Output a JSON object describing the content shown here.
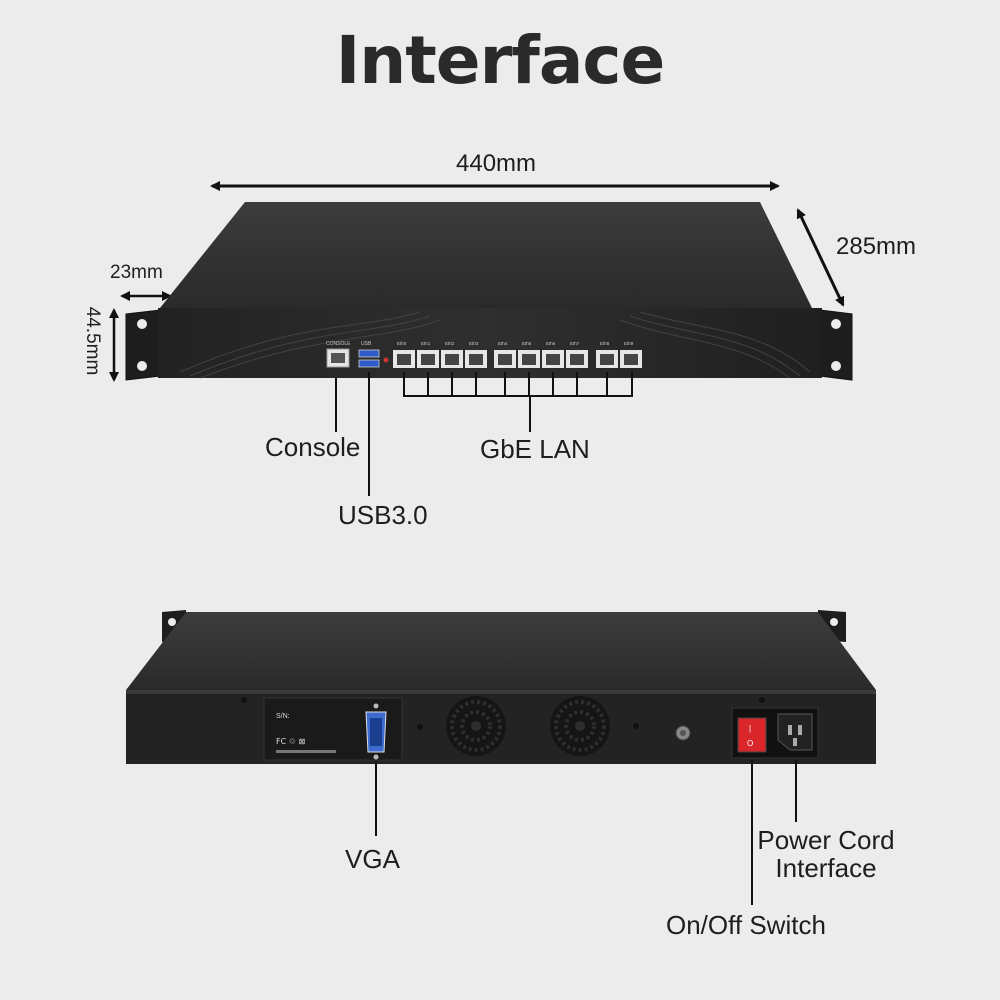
{
  "title": "Interface",
  "dimensions": {
    "width": "440mm",
    "depth": "285mm",
    "ear": "23mm",
    "height": "44.5mm"
  },
  "front_panel": {
    "console_port_label": "CONSOLE",
    "usb_label": "USB",
    "port_labels": [
      "Eth0",
      "Eth1",
      "Eth2",
      "Eth3",
      "Eth4",
      "Eth5",
      "Eth6",
      "Eth7",
      "Eth8",
      "Eth9"
    ]
  },
  "callouts": {
    "console": "Console",
    "usb": "USB3.0",
    "lan": "GbE LAN",
    "vga": "VGA",
    "power_cord_line1": "Power Cord",
    "power_cord_line2": "Interface",
    "switch": "On/Off Switch"
  },
  "rear_panel": {
    "serial_label": "S/N:",
    "cert_marks": "FC  ♲  ⊠",
    "switch_marks": {
      "on": "|",
      "off": "O"
    }
  },
  "colors": {
    "chassis": "#2b2b2b",
    "chassis_top": "#3a3a3a",
    "ear": "#1c1c1c",
    "port": "#e6e6e6",
    "usb": "#2f5bc9",
    "switch": "#d8262b",
    "background": "#ececec"
  }
}
